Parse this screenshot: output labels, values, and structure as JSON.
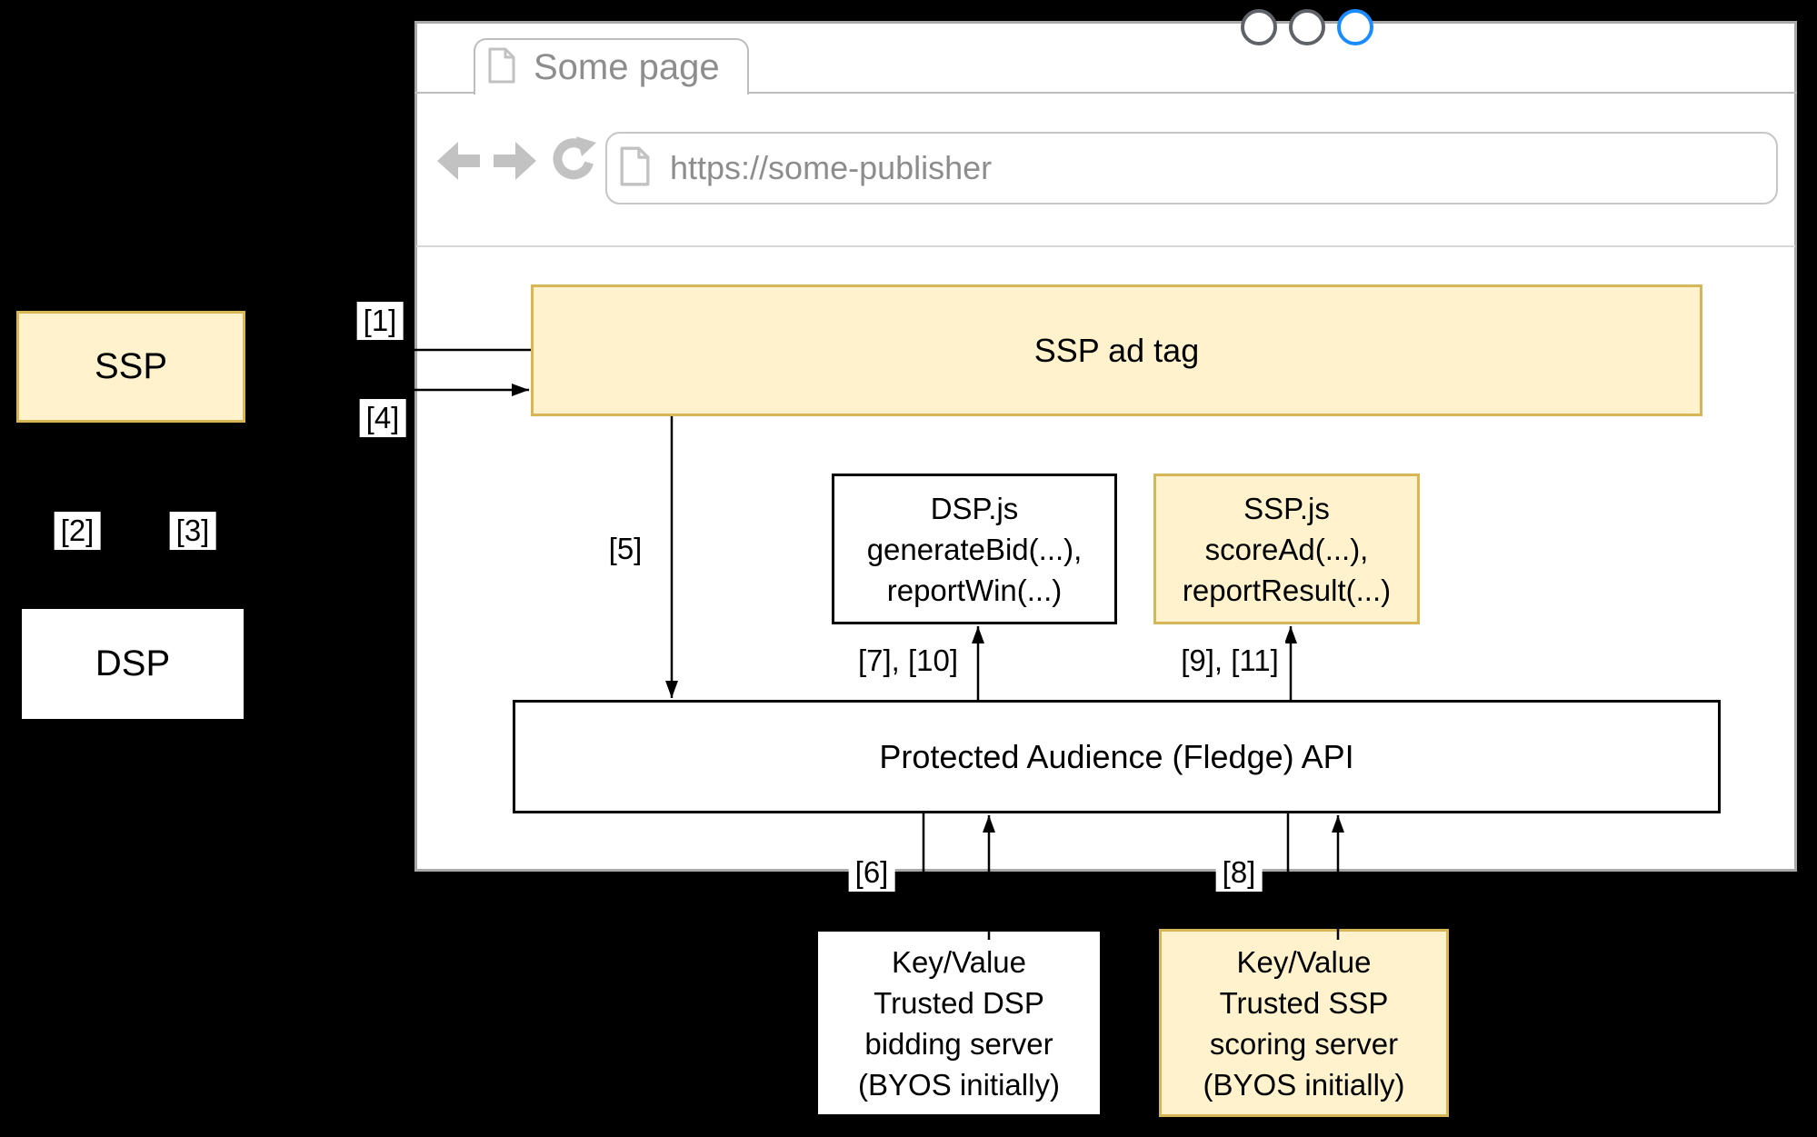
{
  "colors": {
    "background": "#000000",
    "highlight_fill": "#FFF2CC",
    "highlight_border": "#D6B656",
    "plain_border": "#000000",
    "chrome_border": "#bdbdbd",
    "chrome_text": "#8d8d8d",
    "chrome_icon": "#c2c2c2",
    "active_circle": "#1a8cff",
    "inactive_circle": "#5f6368"
  },
  "browser": {
    "tab_title": "Some page",
    "url": "https://some-publisher",
    "controls": [
      "back-arrow-icon",
      "forward-arrow-icon",
      "reload-icon"
    ],
    "window_circles": [
      "circle",
      "circle",
      "circle-active"
    ],
    "tab_icon": "page-icon",
    "url_icon": "page-icon"
  },
  "left_panel": {
    "ssp_label": "SSP",
    "dsp_label": "DSP"
  },
  "diagram": {
    "ad_tag": "SSP ad tag",
    "fledge": "Protected Audience (Fledge) API",
    "dsp_js": {
      "lines": [
        "DSP.js",
        "generateBid(...),",
        "reportWin(...)"
      ]
    },
    "ssp_js": {
      "lines": [
        "SSP.js",
        "scoreAd(...),",
        "reportResult(...)"
      ]
    },
    "kv_dsp": {
      "lines": [
        "Key/Value",
        "Trusted DSP",
        "bidding server",
        "(BYOS initially)"
      ]
    },
    "kv_ssp": {
      "lines": [
        "Key/Value",
        "Trusted SSP",
        "scoring server",
        "(BYOS initially)"
      ]
    }
  },
  "labels": {
    "s1": "[1]",
    "s2": "[2]",
    "s3": "[3]",
    "s4": "[4]",
    "s5": "[5]",
    "s6": "[6]",
    "s7_10": "[7], [10]",
    "s8": "[8]",
    "s9_11": "[9], [11]"
  }
}
